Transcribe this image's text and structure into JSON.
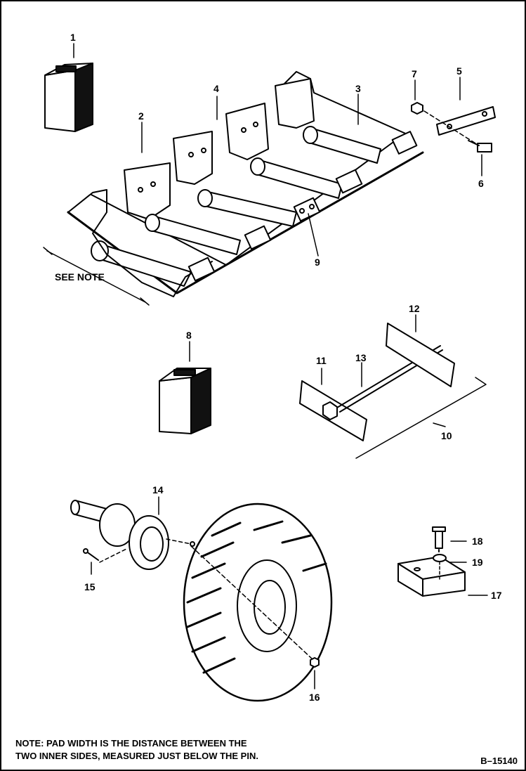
{
  "callouts": {
    "c1": "1",
    "c2": "2",
    "c3": "3",
    "c4": "4",
    "c5": "5",
    "c6": "6",
    "c7": "7",
    "c8": "8",
    "c9": "9",
    "c10": "10",
    "c11": "11",
    "c12": "12",
    "c13": "13",
    "c14": "14",
    "c15": "15",
    "c16": "16",
    "c17": "17",
    "c18": "18",
    "c19": "19"
  },
  "see_note": "SEE NOTE",
  "note": {
    "line1": "NOTE:  PAD WIDTH IS THE DISTANCE BETWEEN THE",
    "line2": "TWO INNER SIDES, MEASURED JUST BELOW THE PIN."
  },
  "figure_code": "B–15140",
  "colors": {
    "ink": "#000000",
    "paper": "#ffffff",
    "shade": "#bdbdbd"
  }
}
